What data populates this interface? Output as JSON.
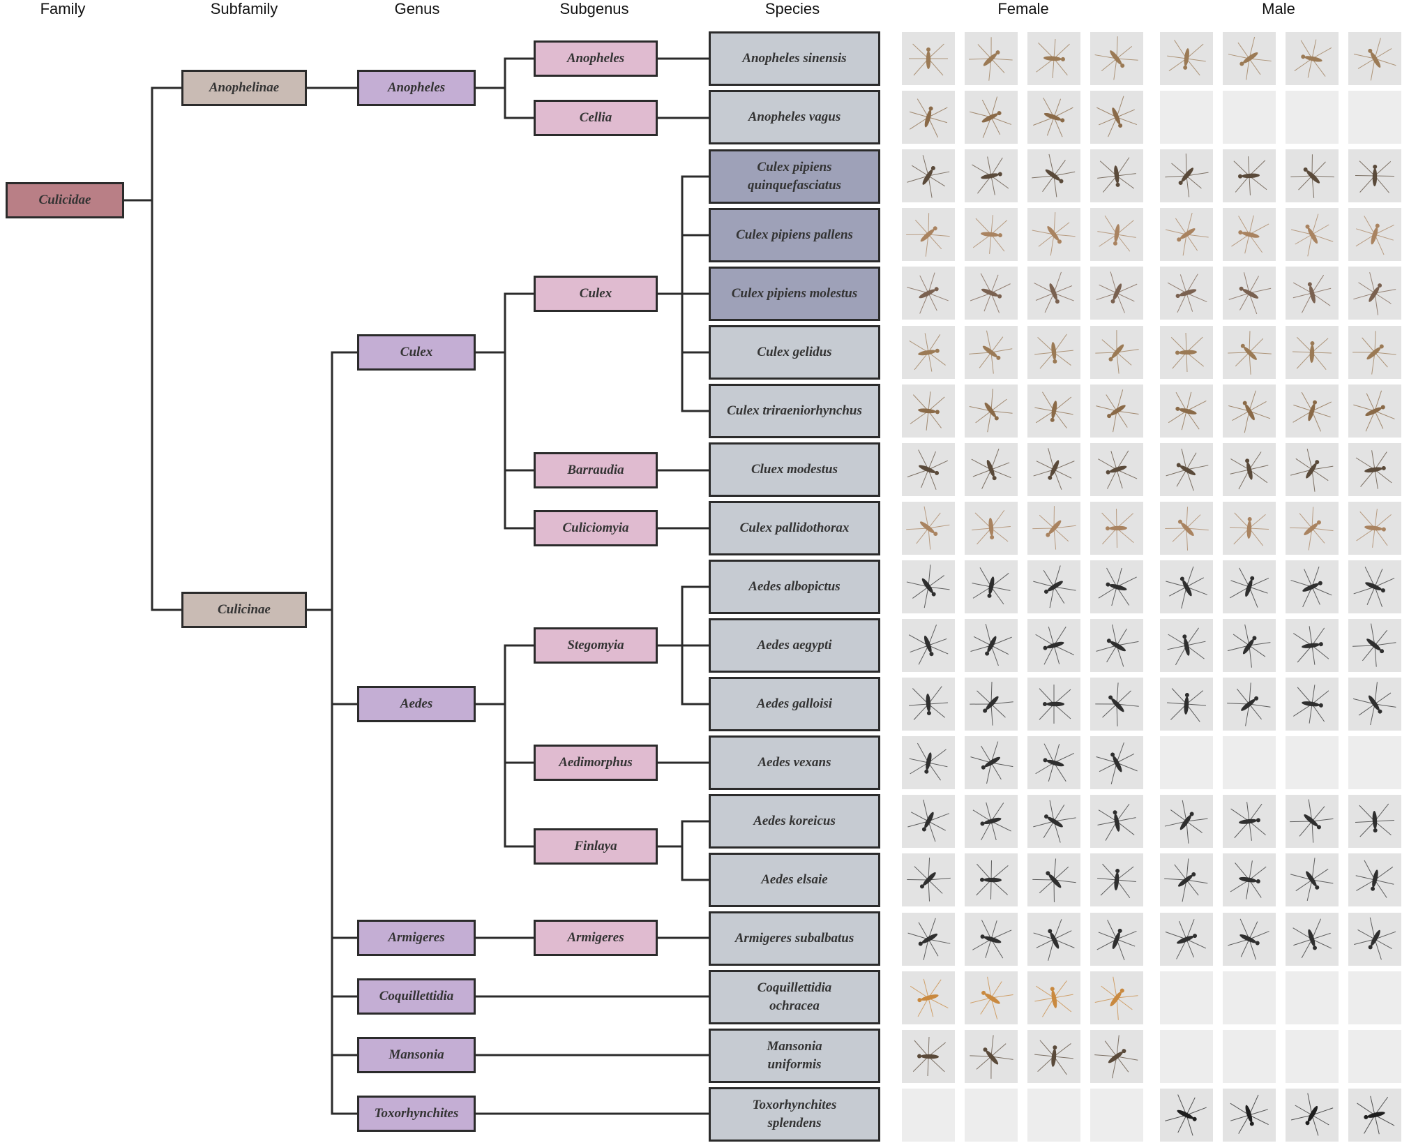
{
  "headers": {
    "family": "Family",
    "subfamily": "Subfamily",
    "genus": "Genus",
    "subgenus": "Subgenus",
    "species": "Species",
    "female": "Female",
    "male": "Male"
  },
  "family": {
    "name": "Culicidae"
  },
  "subfamilies": [
    {
      "name": "Anophelinae"
    },
    {
      "name": "Culicinae"
    }
  ],
  "genera": [
    {
      "name": "Anopheles"
    },
    {
      "name": "Culex"
    },
    {
      "name": "Aedes"
    },
    {
      "name": "Armigeres"
    },
    {
      "name": "Coquillettidia"
    },
    {
      "name": "Mansonia"
    },
    {
      "name": "Toxorhynchites"
    }
  ],
  "subgenera": [
    {
      "name": "Anopheles"
    },
    {
      "name": "Cellia"
    },
    {
      "name": "Culex"
    },
    {
      "name": "Barraudia"
    },
    {
      "name": "Culiciomyia"
    },
    {
      "name": "Stegomyia"
    },
    {
      "name": "Aedimorphus"
    },
    {
      "name": "Finlaya"
    },
    {
      "name": "Armigeres"
    }
  ],
  "species": [
    {
      "line1": "Anopheles sinensis",
      "line2": "",
      "female_photos": 4,
      "male_photos": 4
    },
    {
      "line1": "Anopheles vagus",
      "line2": "",
      "female_photos": 4,
      "male_photos": 0
    },
    {
      "line1": "Culex pipiens",
      "line2": "quinquefasciatus",
      "female_photos": 4,
      "male_photos": 4
    },
    {
      "line1": "Culex pipiens pallens",
      "line2": "",
      "female_photos": 4,
      "male_photos": 4
    },
    {
      "line1": "Culex pipiens molestus",
      "line2": "",
      "female_photos": 4,
      "male_photos": 4
    },
    {
      "line1": "Culex gelidus",
      "line2": "",
      "female_photos": 4,
      "male_photos": 4
    },
    {
      "line1": "Culex triraeniorhynchus",
      "line2": "",
      "female_photos": 4,
      "male_photos": 4
    },
    {
      "line1": "Cluex modestus",
      "line2": "",
      "female_photos": 4,
      "male_photos": 4
    },
    {
      "line1": "Culex pallidothorax",
      "line2": "",
      "female_photos": 4,
      "male_photos": 4
    },
    {
      "line1": "Aedes albopictus",
      "line2": "",
      "female_photos": 4,
      "male_photos": 4
    },
    {
      "line1": "Aedes aegypti",
      "line2": "",
      "female_photos": 4,
      "male_photos": 4
    },
    {
      "line1": "Aedes galloisi",
      "line2": "",
      "female_photos": 4,
      "male_photos": 4
    },
    {
      "line1": "Aedes vexans",
      "line2": "",
      "female_photos": 4,
      "male_photos": 0
    },
    {
      "line1": "Aedes koreicus",
      "line2": "",
      "female_photos": 4,
      "male_photos": 4
    },
    {
      "line1": "Aedes elsaie",
      "line2": "",
      "female_photos": 4,
      "male_photos": 4
    },
    {
      "line1": "Armigeres subalbatus",
      "line2": "",
      "female_photos": 4,
      "male_photos": 4
    },
    {
      "line1": "Coquillettidia",
      "line2": "ochracea",
      "female_photos": 4,
      "male_photos": 0
    },
    {
      "line1": "Mansonia",
      "line2": "uniformis",
      "female_photos": 4,
      "male_photos": 0
    },
    {
      "line1": "Toxorhynchites",
      "line2": "splendens",
      "female_photos": 0,
      "male_photos": 4
    }
  ],
  "colors": {
    "line": "#2b2b2b",
    "family": "#b97f86",
    "subfamily": "#c9bbb4",
    "genus": "#c4aed4",
    "subgenus": "#e0bbd0",
    "species": "#c6cbd2",
    "species_pipiens": "#9ea1b8",
    "photo_bg": "#e3e3e3",
    "photo_empty": "#ededed"
  }
}
